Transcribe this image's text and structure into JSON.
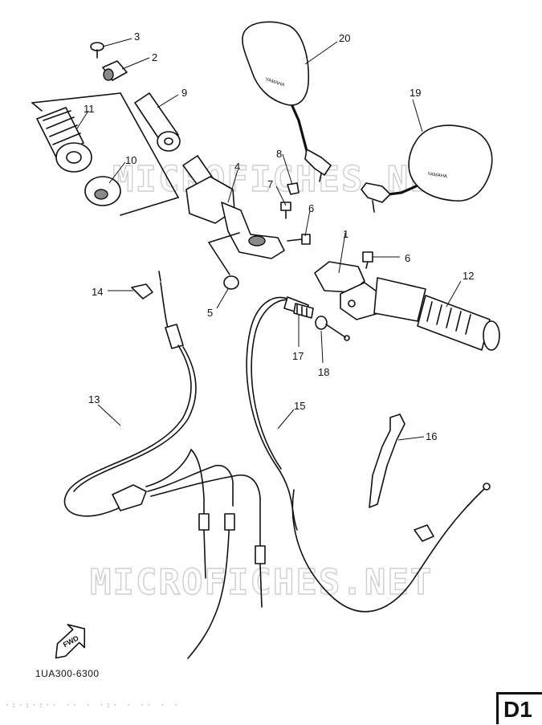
{
  "watermark": "MICROFICHES.NET",
  "drawing_code": "1UA300-6300",
  "page_code": "D1",
  "fwd_label": "FWD",
  "mirror_brand": "YAMAHA",
  "callouts": [
    {
      "id": "1",
      "label": "1"
    },
    {
      "id": "2",
      "label": "2"
    },
    {
      "id": "3",
      "label": "3"
    },
    {
      "id": "4",
      "label": "4"
    },
    {
      "id": "5",
      "label": "5"
    },
    {
      "id": "6a",
      "label": "6"
    },
    {
      "id": "6b",
      "label": "6"
    },
    {
      "id": "7",
      "label": "7"
    },
    {
      "id": "8",
      "label": "8"
    },
    {
      "id": "9",
      "label": "9"
    },
    {
      "id": "10",
      "label": "10"
    },
    {
      "id": "11",
      "label": "11"
    },
    {
      "id": "12",
      "label": "12"
    },
    {
      "id": "13",
      "label": "13"
    },
    {
      "id": "14",
      "label": "14"
    },
    {
      "id": "15",
      "label": "15"
    },
    {
      "id": "16",
      "label": "16"
    },
    {
      "id": "17",
      "label": "17"
    },
    {
      "id": "18",
      "label": "18"
    },
    {
      "id": "19",
      "label": "19"
    },
    {
      "id": "20",
      "label": "20"
    }
  ]
}
